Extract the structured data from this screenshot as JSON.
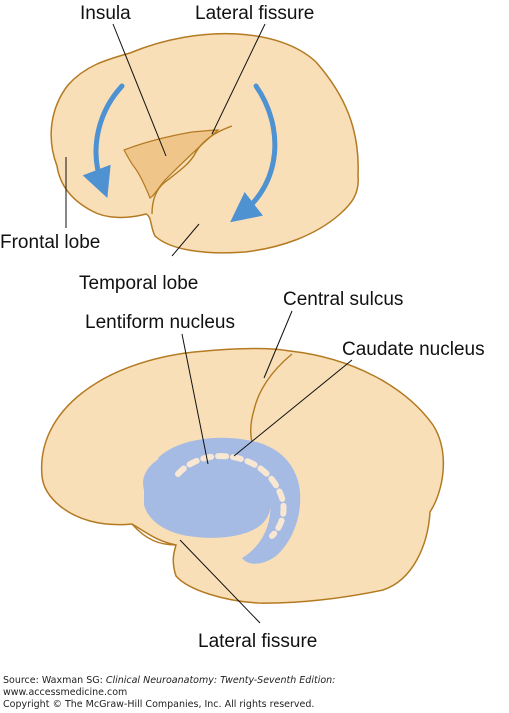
{
  "top_diagram": {
    "labels": {
      "insula": "Insula",
      "lateral_fissure": "Lateral fissure",
      "frontal_lobe": "Frontal lobe",
      "temporal_lobe": "Temporal lobe"
    }
  },
  "bottom_diagram": {
    "labels": {
      "central_sulcus": "Central sulcus",
      "lentiform_nucleus": "Lentiform nucleus",
      "caudate_nucleus": "Caudate nucleus",
      "lateral_fissure": "Lateral fissure"
    }
  },
  "colors": {
    "brain_fill": "#f8dfb8",
    "brain_outline": "#b47a22",
    "insula_fill": "#efc58a",
    "arrow": "#4e92d2",
    "basal_ganglia": "#a5bbe3",
    "text": "#111111"
  },
  "footer": {
    "source_prefix": "Source: Waxman SG: ",
    "source_title": "Clinical Neuroanatomy: Twenty-Seventh Edition:",
    "website": "www.accessmedicine.com",
    "copyright": "Copyright © The McGraw-Hill Companies, Inc. All rights reserved."
  }
}
